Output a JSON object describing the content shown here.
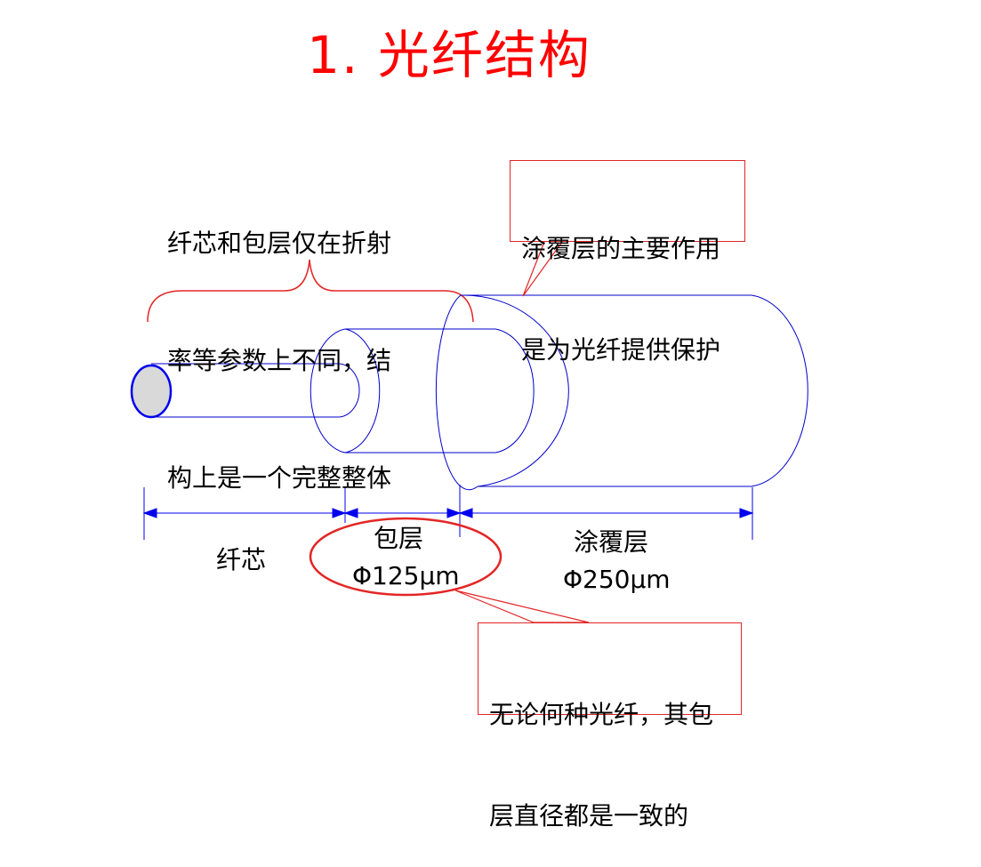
{
  "title": "1. 光纤结构",
  "brace_note": {
    "line1": "纤芯和包层仅在折射",
    "line2": "率等参数上不同，结",
    "line3": "构上是一个完整整体"
  },
  "coating_callout": {
    "line1": "涂覆层的主要作用",
    "line2": "是为光纤提供保护"
  },
  "labels": {
    "core": "纤芯",
    "cladding": "包层",
    "cladding_diameter": "Φ125μm",
    "coating": "涂覆层",
    "coating_diameter": "Φ250μm"
  },
  "cladding_callout": {
    "line1": "无论何种光纤，其包",
    "line2": "层直径都是一致的"
  },
  "colors": {
    "title": "#ff0000",
    "outline": "#0000cc",
    "dimension": "#0000ee",
    "callout_border": "#e32626",
    "core_fill": "#d9d9d9"
  }
}
